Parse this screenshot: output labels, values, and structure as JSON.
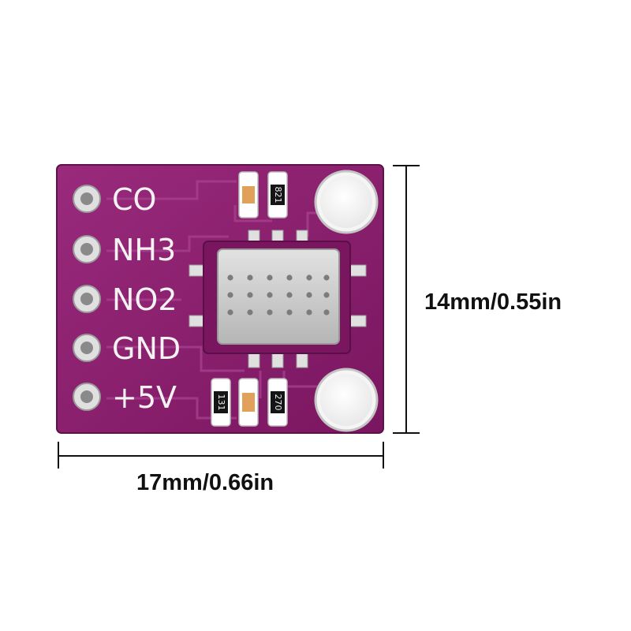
{
  "board": {
    "pin_labels": [
      "CO",
      "NH3",
      "NO2",
      "GND",
      "+5V"
    ],
    "resistor_codes": [
      "821",
      "131",
      "270"
    ],
    "pcb_color": "#8a1f6e",
    "pcb_edge_color": "#6e1556",
    "pad_color": "#d8d8d8",
    "sensor_color": "#c9c9c9"
  },
  "dimensions": {
    "width_label": "17mm/0.66in",
    "height_label": "14mm/0.55in"
  }
}
